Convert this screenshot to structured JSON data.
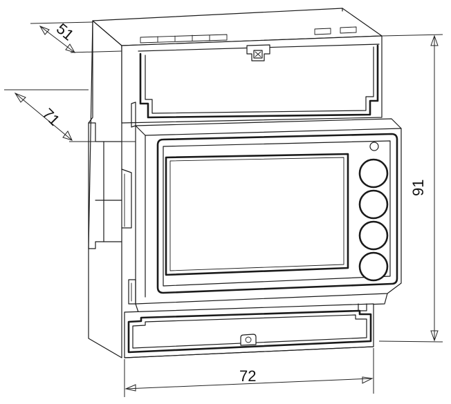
{
  "dimensions": {
    "width": {
      "value": "72"
    },
    "height": {
      "value": "91"
    },
    "depth": {
      "value": "71"
    },
    "depth_top": {
      "value": "51"
    }
  },
  "colors": {
    "line": "#1a1a1a",
    "background": "#ffffff"
  },
  "icons": {
    "indicator_led": "led-icon",
    "buttons": [
      "button-1-icon",
      "button-2-icon",
      "button-3-icon",
      "button-4-icon"
    ]
  }
}
